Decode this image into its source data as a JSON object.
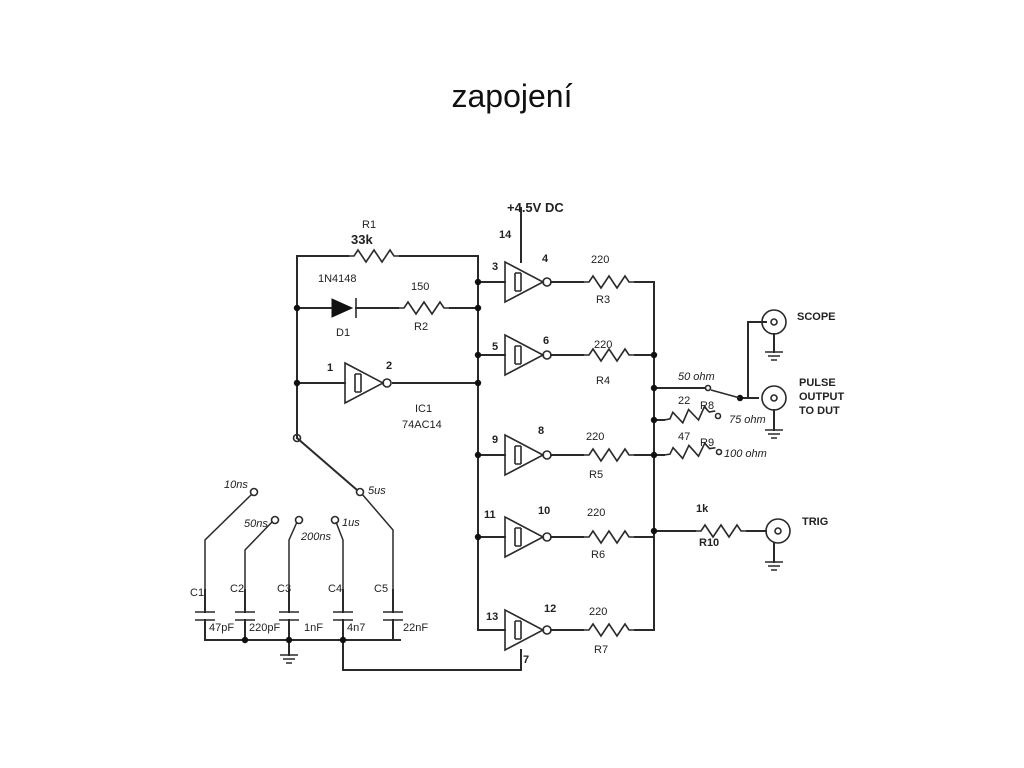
{
  "title": "zapojení",
  "supply": "+4.5V DC",
  "ic": {
    "name": "IC1",
    "part": "74AC14"
  },
  "pins": {
    "p14": "14",
    "p1": "1",
    "p2": "2",
    "p3": "3",
    "p4": "4",
    "p5": "5",
    "p6": "6",
    "p9": "9",
    "p8": "8",
    "p11": "11",
    "p10": "10",
    "p13": "13",
    "p12": "12",
    "p7": "7"
  },
  "r1": {
    "name": "R1",
    "value": "33k"
  },
  "d1": {
    "name": "D1",
    "part": "1N4148"
  },
  "r2": {
    "name": "R2",
    "value": "150"
  },
  "r3": {
    "name": "R3",
    "value": "220"
  },
  "r4": {
    "name": "R4",
    "value": "220"
  },
  "r5": {
    "name": "R5",
    "value": "220"
  },
  "r6": {
    "name": "R6",
    "value": "220"
  },
  "r7": {
    "name": "R7",
    "value": "220"
  },
  "r8": {
    "name": "R8",
    "value": "22"
  },
  "r9": {
    "name": "R9",
    "value": "47"
  },
  "r10": {
    "name": "R10",
    "value": "1k"
  },
  "caps": [
    {
      "name": "C1",
      "value": "47pF",
      "range": "10ns"
    },
    {
      "name": "C2",
      "value": "220pF",
      "range": "50ns"
    },
    {
      "name": "C3",
      "value": "1nF",
      "range": "200ns"
    },
    {
      "name": "C4",
      "value": "4n7",
      "range": "1us"
    },
    {
      "name": "C5",
      "value": "22nF",
      "range": "5us"
    }
  ],
  "impedance": {
    "z50": "50 ohm",
    "z75": "75 ohm",
    "z100": "100 ohm"
  },
  "connectors": {
    "scope": "SCOPE",
    "pulse1": "PULSE",
    "pulse2": "OUTPUT",
    "pulse3": "TO DUT",
    "trig": "TRIG"
  }
}
